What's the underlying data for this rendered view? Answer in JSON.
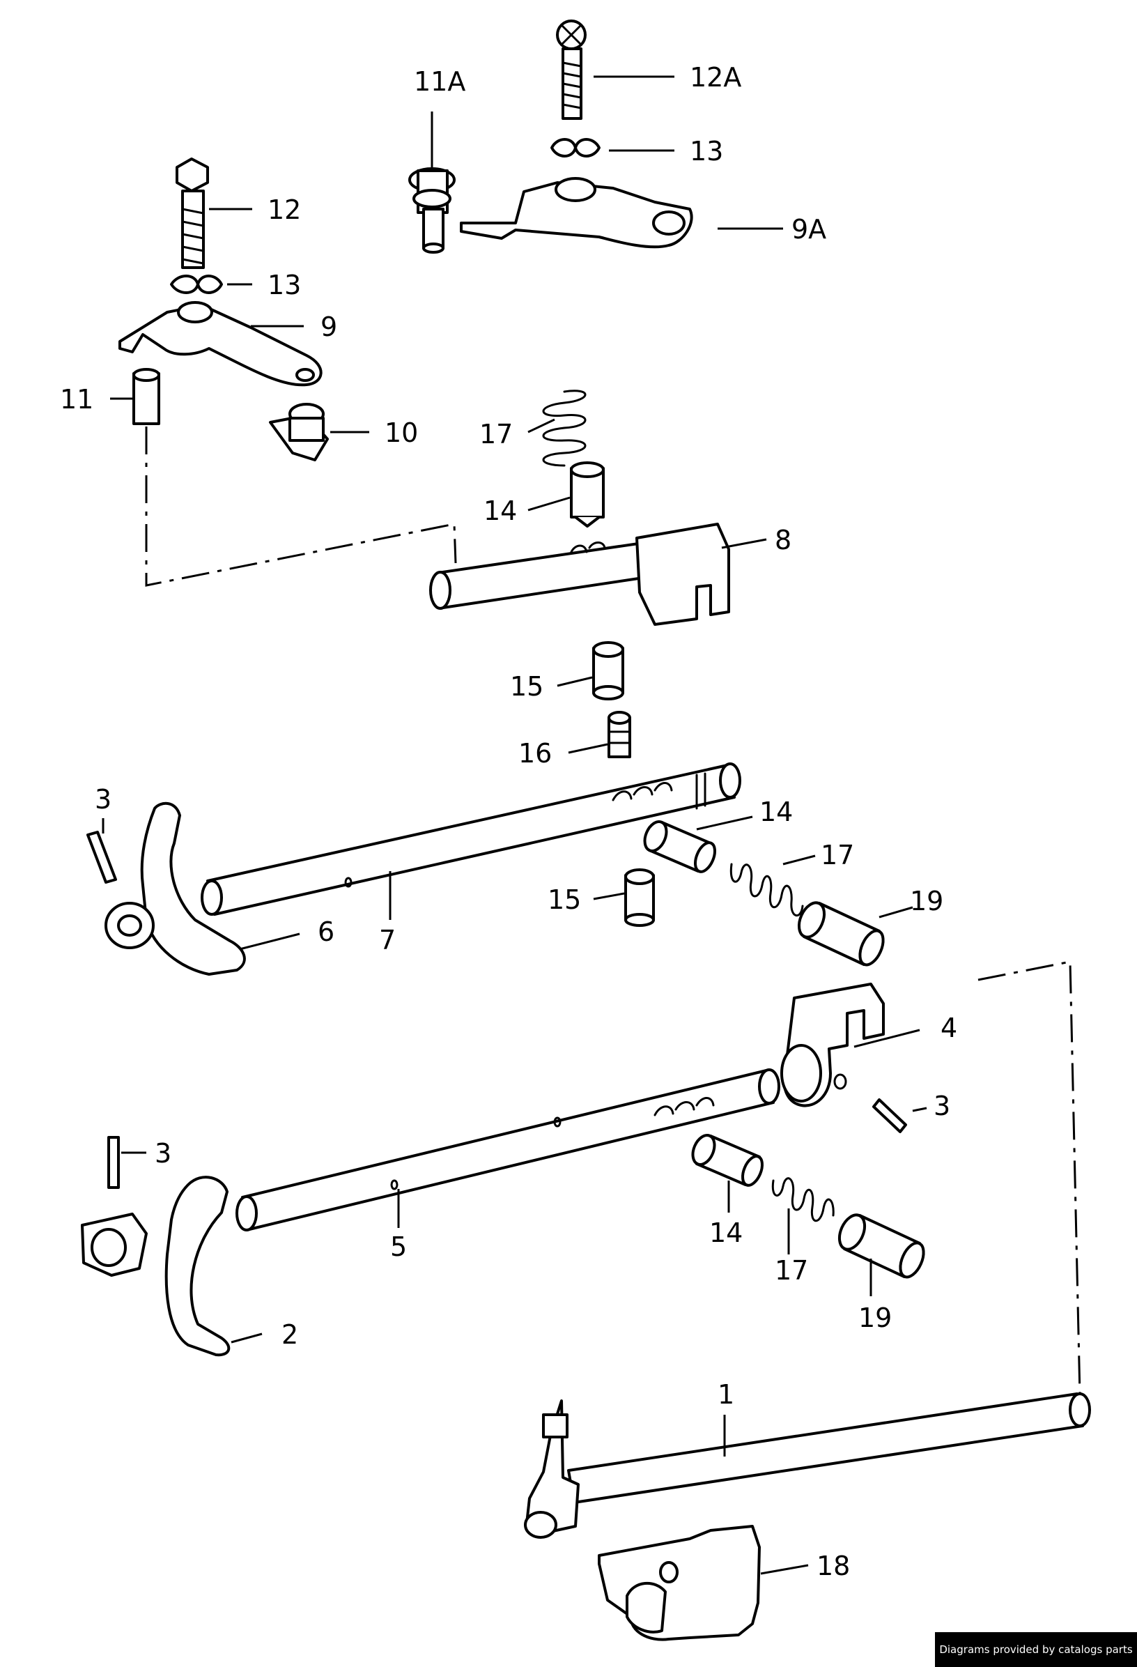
{
  "labels": {
    "p1": "1",
    "p2": "2",
    "p3a": "3",
    "p3b": "3",
    "p3c": "3",
    "p4": "4",
    "p5": "5",
    "p6": "6",
    "p7": "7",
    "p8": "8",
    "p9": "9",
    "p9a": "9A",
    "p10": "10",
    "p11": "11",
    "p11a": "11A",
    "p12": "12",
    "p12a": "12A",
    "p13a": "13",
    "p13b": "13",
    "p14a": "14",
    "p14b": "14",
    "p14c": "14",
    "p15a": "15",
    "p15b": "15",
    "p16": "16",
    "p17a": "17",
    "p17b": "17",
    "p17c": "17",
    "p18": "18",
    "p19a": "19",
    "p19b": "19"
  },
  "credit": "Diagrams provided by catalogs parts",
  "colors": {
    "ink": "#000000",
    "paper": "#ffffff",
    "credit_bg": "#000000",
    "credit_fg": "#ffffff"
  }
}
